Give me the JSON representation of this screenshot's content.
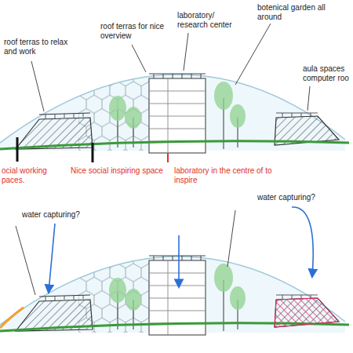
{
  "diagram": {
    "labels": [
      "roof terras to relax and work",
      "roof terras for nice overview",
      "laboratory/ research center",
      "botenical garden all around",
      "aula spaces computer roo",
      "ocial working paces.",
      "Nice social inspiring space",
      "laboratory in the centre of to inspire",
      "water capturing?",
      "water capturing?"
    ]
  }
}
